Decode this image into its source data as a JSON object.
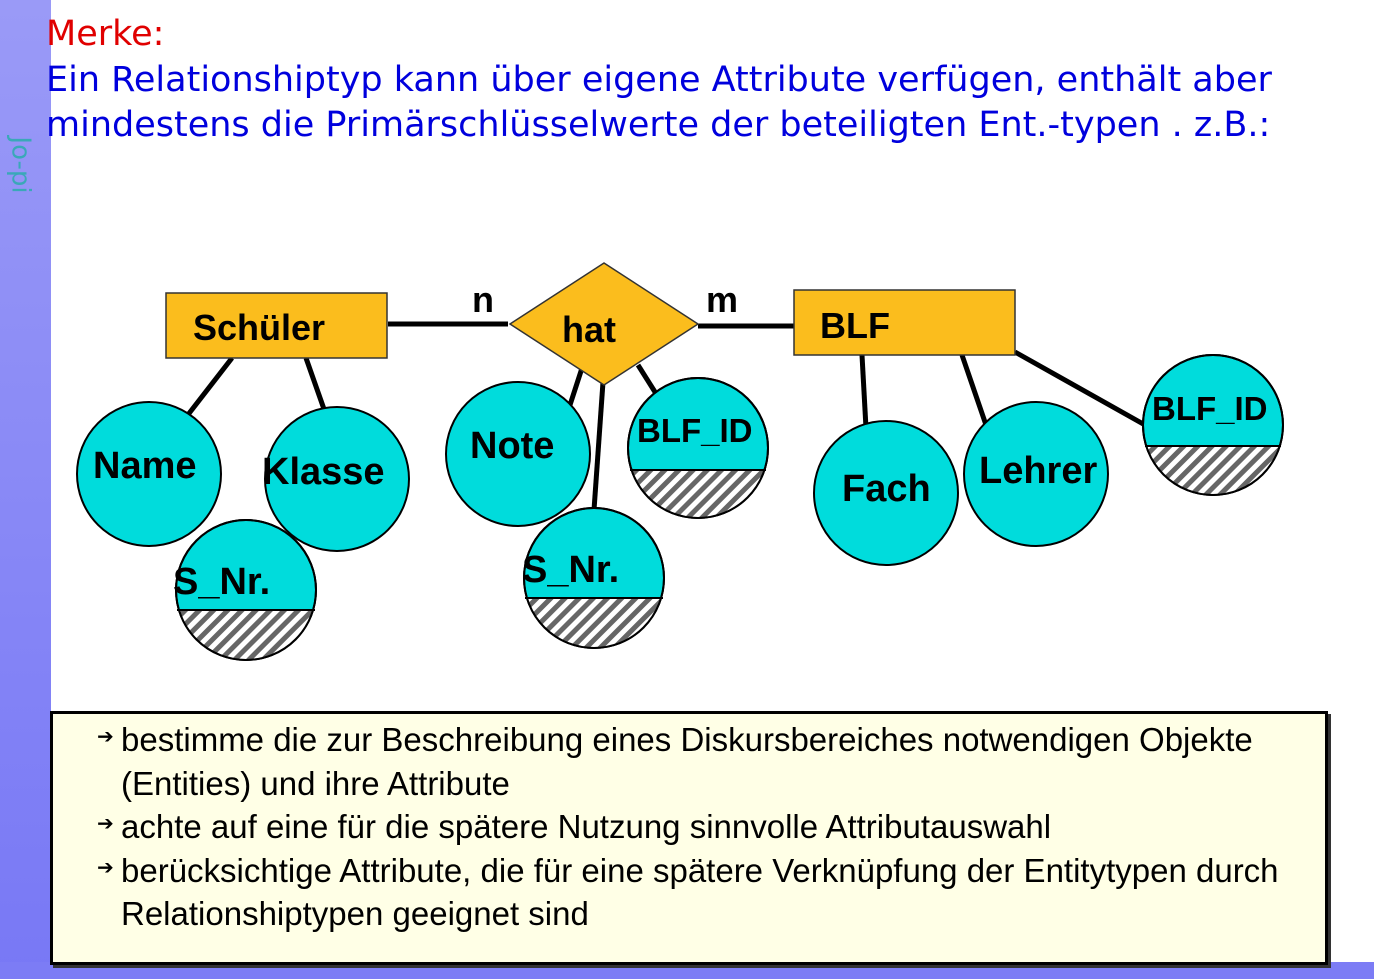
{
  "logo": "Jo-pi",
  "heading": "Merke:",
  "intro": "Ein Relationshiptyp kann über eigene Attribute verfügen, enthält aber mindestens die Primärschlüsselwerte der beteiligten Ent.-typen . z.B.:",
  "diagram": {
    "entity_left": "Schüler",
    "relationship": "hat",
    "entity_right": "BLF",
    "card_left": "n",
    "card_right": "m",
    "attrs_left": [
      "Name",
      "Klasse",
      "S_Nr."
    ],
    "attrs_rel": [
      "Note",
      "S_Nr.",
      "BLF_ID"
    ],
    "attrs_right": [
      "Fach",
      "Lehrer",
      "BLF_ID"
    ]
  },
  "notes": [
    "bestimme die zur Beschreibung eines Diskursbereiches notwendigen Objekte (Entities) und ihre Attribute",
    "achte auf eine für die spätere Nutzung sinnvolle Attributauswahl",
    "berücksichtige Attribute, die für eine spätere Verknüpfung der Entitytypen durch Relationshiptypen geeignet sind"
  ],
  "colors": {
    "entity": "#fbbd1d",
    "attribute": "#00dcdc",
    "sidebar": "#8a8af5"
  }
}
